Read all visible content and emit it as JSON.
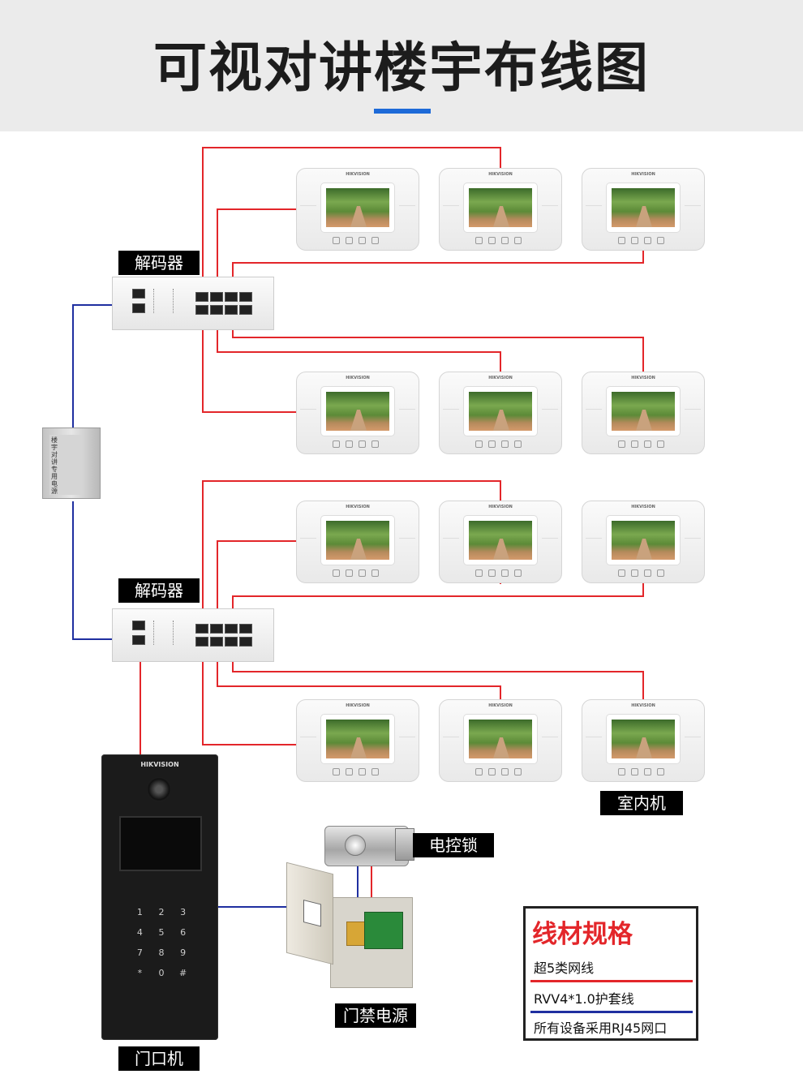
{
  "title": "可视对讲楼宇布线图",
  "labels": {
    "decoder_top": "解码器",
    "decoder_bottom": "解码器",
    "indoor": "室内机",
    "lock": "电控锁",
    "access_power": "门禁电源",
    "door_station": "门口机"
  },
  "device_brand": "HIKVISION",
  "psu_label": "楼宇对讲专用电源",
  "keypad": [
    "1",
    "2",
    "3",
    "4",
    "5",
    "6",
    "7",
    "8",
    "9",
    "*",
    "0",
    "#"
  ],
  "spec": {
    "title": "线材规格",
    "rows": [
      {
        "text": "超5类网线",
        "line_color": "#e3262a"
      },
      {
        "text": "RVV4*1.0护套线",
        "line_color": "#1f2fa0"
      },
      {
        "text": "所有设备采用RJ45网口",
        "line_color": ""
      }
    ]
  },
  "colors": {
    "network_cable": "#e3262a",
    "rvv_cable": "#1f2fa0",
    "accent": "#1d6ad8"
  }
}
